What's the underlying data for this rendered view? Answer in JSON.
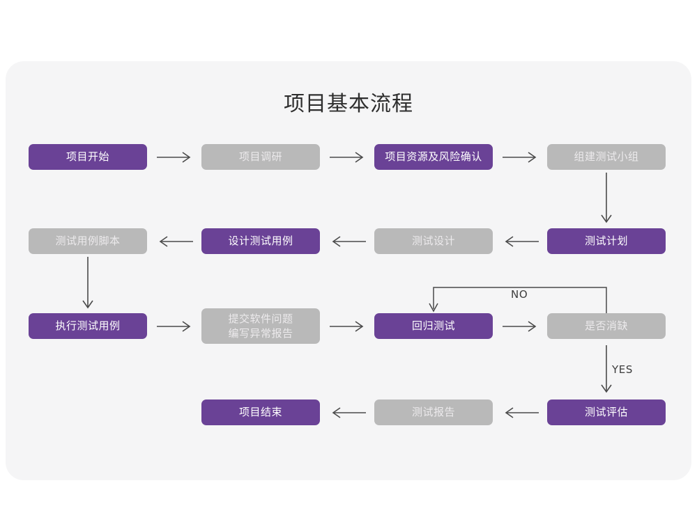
{
  "page": {
    "title": "项目基本流程",
    "background_color": "#ffffff",
    "card_color": "#f5f5f6"
  },
  "colors": {
    "accent_purple": "#6a4296",
    "muted_gray": "#b9b9b9",
    "arrow": "#4a4a4a",
    "title_text": "#2e2e2e"
  },
  "nodes": [
    {
      "id": "n1",
      "label": "项目开始",
      "style": "purple",
      "row": 1,
      "col": 1
    },
    {
      "id": "n2",
      "label": "项目调研",
      "style": "gray",
      "row": 1,
      "col": 2
    },
    {
      "id": "n3",
      "label": "项目资源及风险确认",
      "style": "purple",
      "row": 1,
      "col": 3
    },
    {
      "id": "n4",
      "label": "组建测试小组",
      "style": "gray",
      "row": 1,
      "col": 4
    },
    {
      "id": "n5",
      "label": "测试用例脚本",
      "style": "gray",
      "row": 2,
      "col": 1
    },
    {
      "id": "n6",
      "label": "设计测试用例",
      "style": "purple",
      "row": 2,
      "col": 2
    },
    {
      "id": "n7",
      "label": "测试设计",
      "style": "gray",
      "row": 2,
      "col": 3
    },
    {
      "id": "n8",
      "label": "测试计划",
      "style": "purple",
      "row": 2,
      "col": 4
    },
    {
      "id": "n9",
      "label": "执行测试用例",
      "style": "purple",
      "row": 3,
      "col": 1
    },
    {
      "id": "n10",
      "label_line1": "提交软件问题",
      "label_line2": "编写异常报告",
      "style": "gray",
      "row": 3,
      "col": 2
    },
    {
      "id": "n11",
      "label": "回归测试",
      "style": "purple",
      "row": 3,
      "col": 3
    },
    {
      "id": "n12",
      "label": "是否消缺",
      "style": "gray",
      "row": 3,
      "col": 4
    },
    {
      "id": "n13",
      "label": "项目结束",
      "style": "purple",
      "row": 4,
      "col": 2
    },
    {
      "id": "n14",
      "label": "测试报告",
      "style": "gray",
      "row": 4,
      "col": 3
    },
    {
      "id": "n15",
      "label": "测试评估",
      "style": "purple",
      "row": 4,
      "col": 4
    }
  ],
  "edge_labels": {
    "no": "NO",
    "yes": "YES"
  },
  "edges": [
    {
      "from": "n1",
      "to": "n2",
      "direction": "right"
    },
    {
      "from": "n2",
      "to": "n3",
      "direction": "right"
    },
    {
      "from": "n3",
      "to": "n4",
      "direction": "right"
    },
    {
      "from": "n4",
      "to": "n8",
      "direction": "down"
    },
    {
      "from": "n8",
      "to": "n7",
      "direction": "left"
    },
    {
      "from": "n7",
      "to": "n6",
      "direction": "left"
    },
    {
      "from": "n6",
      "to": "n5",
      "direction": "left"
    },
    {
      "from": "n5",
      "to": "n9",
      "direction": "down"
    },
    {
      "from": "n9",
      "to": "n10",
      "direction": "right"
    },
    {
      "from": "n10",
      "to": "n11",
      "direction": "right"
    },
    {
      "from": "n11",
      "to": "n12",
      "direction": "right"
    },
    {
      "from": "n12",
      "to": "n11",
      "direction": "loop-up-left",
      "label": "NO"
    },
    {
      "from": "n12",
      "to": "n15",
      "direction": "down",
      "label": "YES"
    },
    {
      "from": "n15",
      "to": "n14",
      "direction": "left"
    },
    {
      "from": "n14",
      "to": "n13",
      "direction": "left"
    }
  ]
}
